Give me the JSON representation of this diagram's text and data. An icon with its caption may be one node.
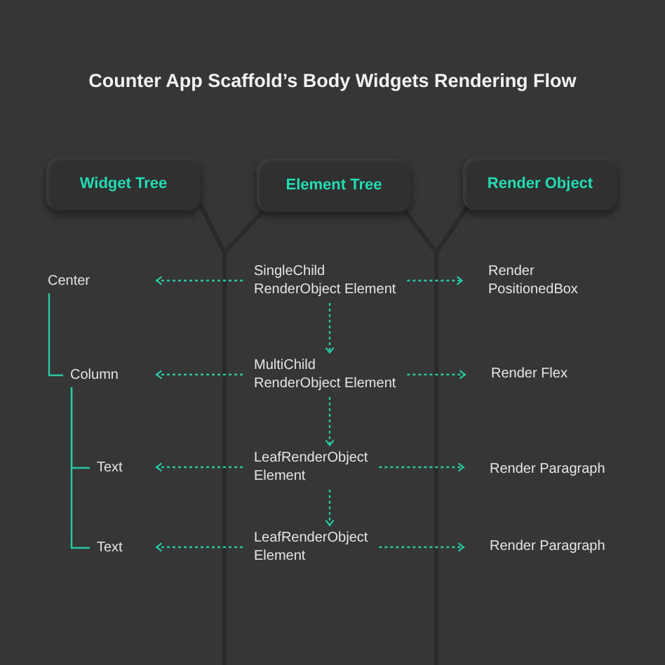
{
  "diagram": {
    "title": "Counter App Scaffold’s Body Widgets Rendering Flow",
    "nodes": [
      {
        "text": [
          "Widget Tree"
        ]
      },
      {
        "text": [
          "Element Tree"
        ]
      },
      {
        "text": [
          "Render Object"
        ]
      },
      {
        "text": [
          "Center"
        ]
      },
      {
        "text": [
          "SingleChild RenderObject Element"
        ]
      },
      {
        "text": [
          "Render PositionedBox"
        ]
      },
      {
        "text": [
          "Column"
        ]
      },
      {
        "text": [
          "MultiChild RenderObject Element"
        ]
      },
      {
        "text": [
          "Render Flex"
        ]
      },
      {
        "text": [
          "Text"
        ]
      },
      {
        "text": [
          "LeafRenderObject Element"
        ]
      },
      {
        "text": [
          "Render Paragraph"
        ]
      },
      {
        "text": [
          "Text"
        ]
      },
      {
        "text": [
          "LeafRenderObject Element"
        ]
      },
      {
        "text": [
          "Render Paragraph"
        ]
      }
    ],
    "edges": [
      {
        "from": 4,
        "to": 3,
        "arrow": "to",
        "style": "dashed"
      },
      {
        "from": 4,
        "to": 5,
        "arrow": "to",
        "style": "dashed"
      },
      {
        "from": 4,
        "to": 7,
        "arrow": "to",
        "style": "dashed"
      },
      {
        "from": 7,
        "to": 6,
        "arrow": "to",
        "style": "dashed"
      },
      {
        "from": 7,
        "to": 8,
        "arrow": "to",
        "style": "dashed"
      },
      {
        "from": 7,
        "to": 10,
        "arrow": "to",
        "style": "dashed"
      },
      {
        "from": 10,
        "to": 9,
        "arrow": "to",
        "style": "dashed"
      },
      {
        "from": 10,
        "to": 11,
        "arrow": "to",
        "style": "dashed"
      },
      {
        "from": 10,
        "to": 13,
        "arrow": "to",
        "style": "dashed"
      },
      {
        "from": 13,
        "to": 12,
        "arrow": "to",
        "style": "dashed"
      },
      {
        "from": 13,
        "to": 14,
        "arrow": "to",
        "style": "dashed"
      },
      {
        "from": 3,
        "to": 6,
        "arrow": "none"
      },
      {
        "from": 6,
        "to": 9,
        "arrow": "none"
      },
      {
        "from": 6,
        "to": 12,
        "arrow": "none"
      }
    ]
  }
}
